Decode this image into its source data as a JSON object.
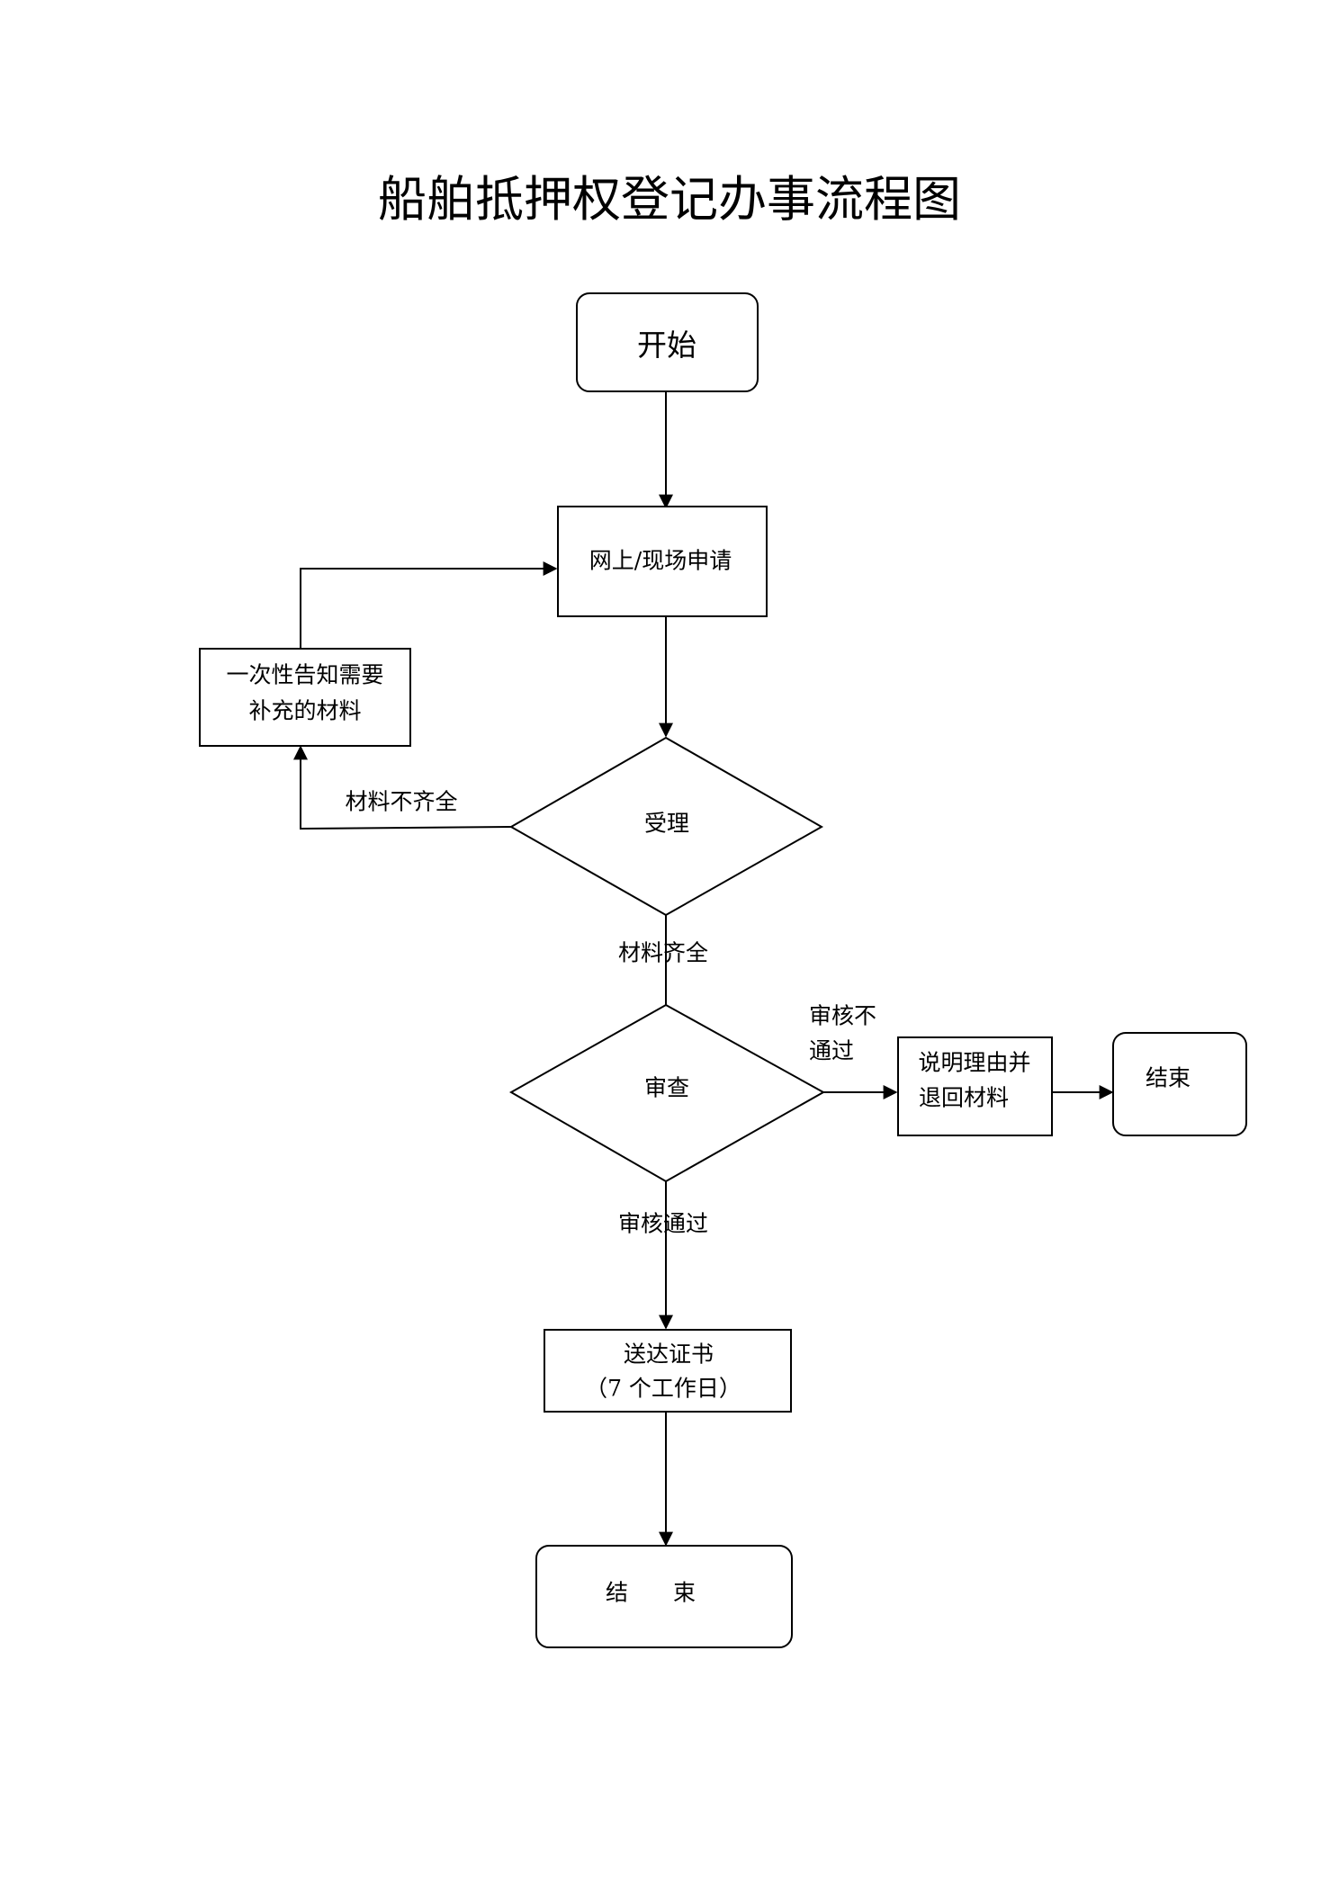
{
  "title": "船舶抵押权登记办事流程图",
  "nodes": {
    "start": "开始",
    "apply": "网上/现场申请",
    "notify_line1": "一次性告知需要",
    "notify_line2": "补充的材料",
    "accept": "受理",
    "review": "审查",
    "explain_line1": "说明理由并",
    "explain_line2": "退回材料",
    "end_reject": "结束",
    "deliver_line1": "送达证书",
    "deliver_line2": "（7 个工作日）",
    "end": "结　　束"
  },
  "edge_labels": {
    "incomplete": "材料不齐全",
    "complete": "材料齐全",
    "fail_line1": "审核不",
    "fail_line2": "通过",
    "pass": "审核通过"
  }
}
